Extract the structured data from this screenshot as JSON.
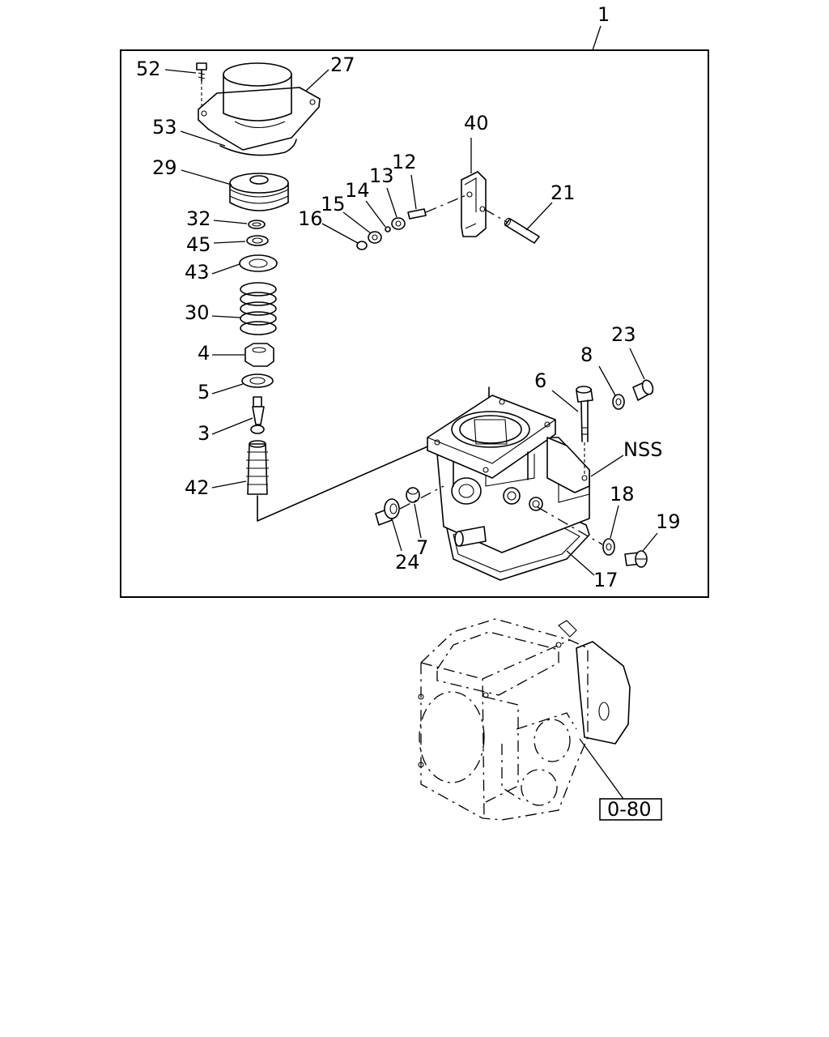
{
  "assembly_number": "1",
  "reference_box": "0-80",
  "callouts": {
    "c52": "52",
    "c27": "27",
    "c53": "53",
    "c29": "29",
    "c32": "32",
    "c45": "45",
    "c43": "43",
    "c30": "30",
    "c4": "4",
    "c5": "5",
    "c3": "3",
    "c42": "42",
    "c40": "40",
    "c12": "12",
    "c13": "13",
    "c14": "14",
    "c15": "15",
    "c16": "16",
    "c21": "21",
    "c23": "23",
    "c8": "8",
    "c6": "6",
    "nss": "NSS",
    "c18": "18",
    "c19": "19",
    "c24": "24",
    "c7": "7",
    "c17": "17"
  }
}
